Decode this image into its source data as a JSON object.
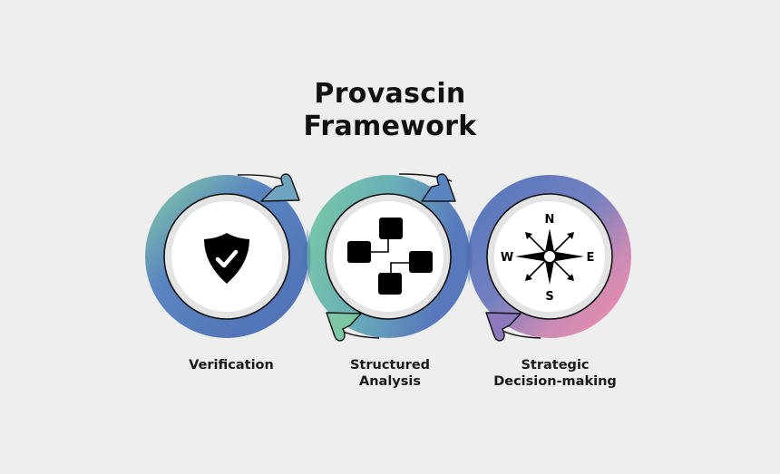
{
  "title": {
    "line1": "Provascin",
    "line2": "Framework"
  },
  "stages": [
    {
      "icon": "shield-check-icon",
      "label_lines": [
        "Verification"
      ]
    },
    {
      "icon": "connected-nodes-icon",
      "label_lines": [
        "Structured",
        "Analysis"
      ]
    },
    {
      "icon": "compass-rose-icon",
      "label_lines": [
        "Strategic",
        "Decision-making"
      ],
      "compass": {
        "n": "N",
        "s": "S",
        "e": "E",
        "w": "W"
      }
    }
  ],
  "colors": {
    "background": "#eeeeee",
    "blue": "#4f72b8",
    "teal": "#6cc3a4",
    "purple": "#8a72b8",
    "pink": "#e887a8",
    "inner_band": "#e6e6e6",
    "icon": "#000000"
  }
}
